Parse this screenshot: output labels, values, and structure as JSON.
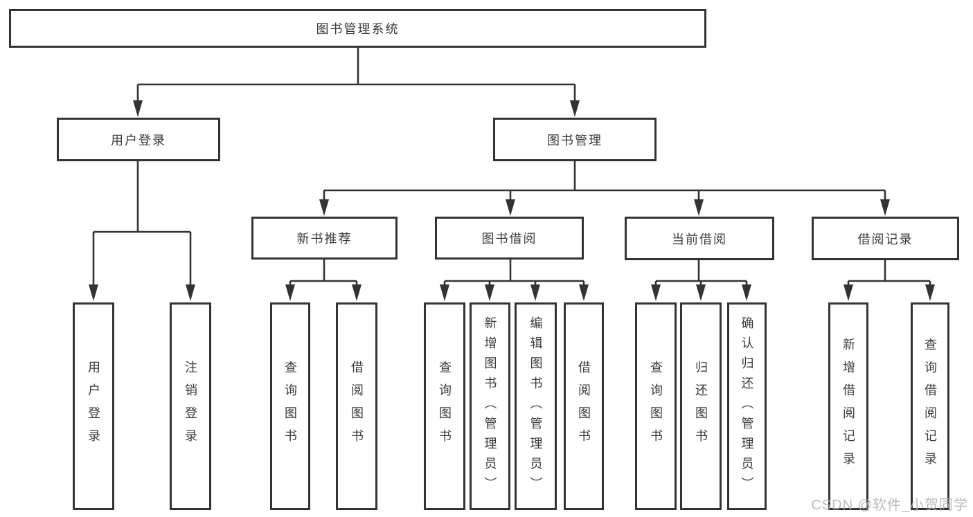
{
  "colors": {
    "line": "#333333",
    "text": "#3a3a3a",
    "background": "#ffffff",
    "watermark": "#b2b2b2"
  },
  "tree": {
    "root": {
      "label": "图书管理系统"
    },
    "branches": [
      {
        "label": "用户登录",
        "children": [
          {
            "label": "用户登录"
          },
          {
            "label": "注销登录"
          }
        ]
      },
      {
        "label": "图书管理",
        "sections": [
          {
            "label": "新书推荐",
            "children": [
              {
                "label": "查询图书"
              },
              {
                "label": "借阅图书"
              }
            ]
          },
          {
            "label": "图书借阅",
            "children": [
              {
                "label": "查询图书"
              },
              {
                "label": "新增图书（管理员）"
              },
              {
                "label": "编辑图书（管理员）"
              },
              {
                "label": "借阅图书"
              }
            ]
          },
          {
            "label": "当前借阅",
            "children": [
              {
                "label": "查询图书"
              },
              {
                "label": "归还图书"
              },
              {
                "label": "确认归还（管理员）"
              }
            ]
          },
          {
            "label": "借阅记录",
            "children": [
              {
                "label": "新增借阅记录"
              },
              {
                "label": "查询借阅记录"
              }
            ]
          }
        ]
      }
    ]
  },
  "watermark": {
    "text": "CSDN @软件_小贺同学"
  }
}
